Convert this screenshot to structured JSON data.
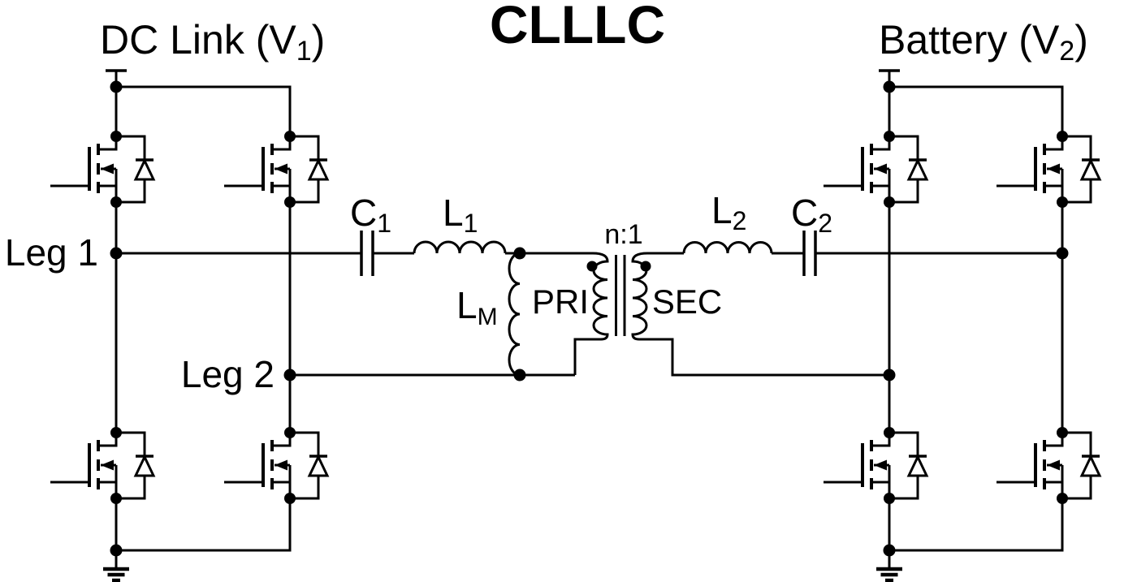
{
  "title": "CLLLC",
  "colors": {
    "ink": "#000000",
    "background": "#ffffff"
  },
  "headers": {
    "dc_link": {
      "prefix": "DC Link (V",
      "sub": "1",
      "suffix": ")"
    },
    "battery": {
      "prefix": "Battery (V",
      "sub": "2",
      "suffix": ")"
    }
  },
  "bridges": {
    "left": {
      "leg1_label": "Leg 1",
      "leg2_label": "Leg 2",
      "switch_count": 4
    },
    "right": {
      "switch_count": 4
    }
  },
  "tank": {
    "c1": {
      "name": "C",
      "sub": "1"
    },
    "l1": {
      "name": "L",
      "sub": "1"
    },
    "lm": {
      "name": "L",
      "sub": "M"
    },
    "l2": {
      "name": "L",
      "sub": "2"
    },
    "c2": {
      "name": "C",
      "sub": "2"
    }
  },
  "transformer": {
    "ratio": "n:1",
    "primary": "PRI",
    "secondary": "SEC"
  }
}
